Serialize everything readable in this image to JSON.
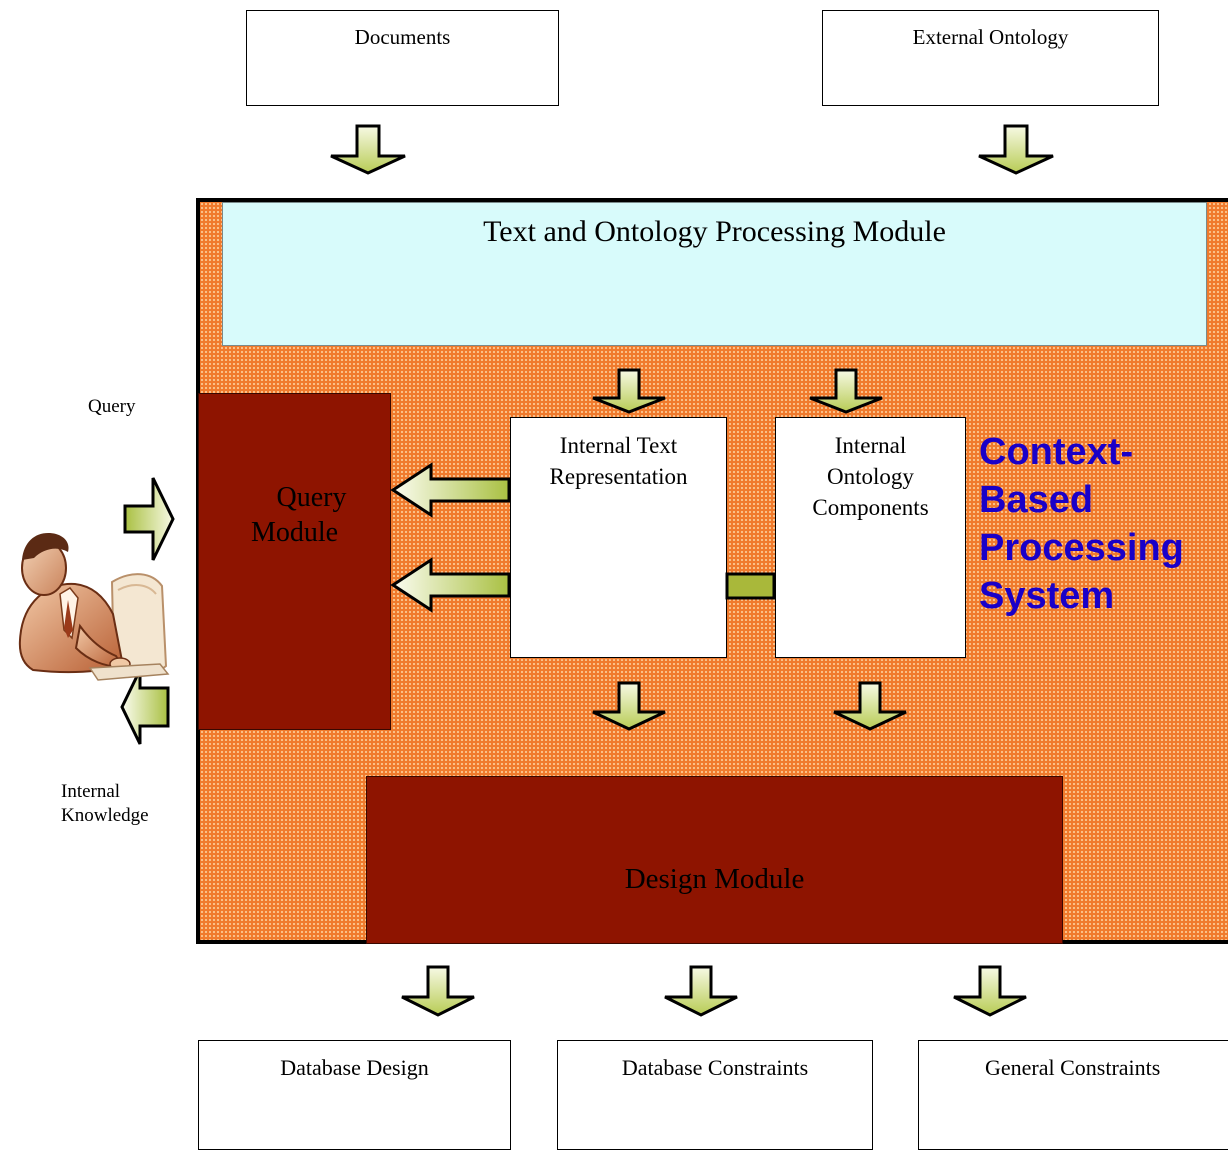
{
  "inputs": {
    "documents": "Documents",
    "external_ontology": "External Ontology"
  },
  "system": {
    "title": "Context-Based Processing System",
    "title_lines": [
      "Context-",
      "Based",
      "Processing",
      "System"
    ],
    "text_ontology_module": "Text and Ontology Processing Module",
    "query_module_lines": [
      "Query",
      "Module"
    ],
    "internal_text_lines": [
      "Internal Text",
      "Representation"
    ],
    "internal_ontology_lines": [
      "Internal",
      "Ontology",
      "Components"
    ],
    "design_module": "Design Module"
  },
  "user": {
    "query_label": "Query",
    "knowledge_lines": [
      "Internal",
      "Knowledge"
    ]
  },
  "outputs": {
    "database_design": "Database Design",
    "database_constraints": "Database Constraints",
    "general_constraints": "General Constraints"
  },
  "colors": {
    "system_fill": "#f07a2c",
    "text_module_fill": "#d8fbfb",
    "module_dark_red": "#8e1400",
    "title_blue": "#1a00c8",
    "arrow_fill": "#dfe9a8"
  }
}
